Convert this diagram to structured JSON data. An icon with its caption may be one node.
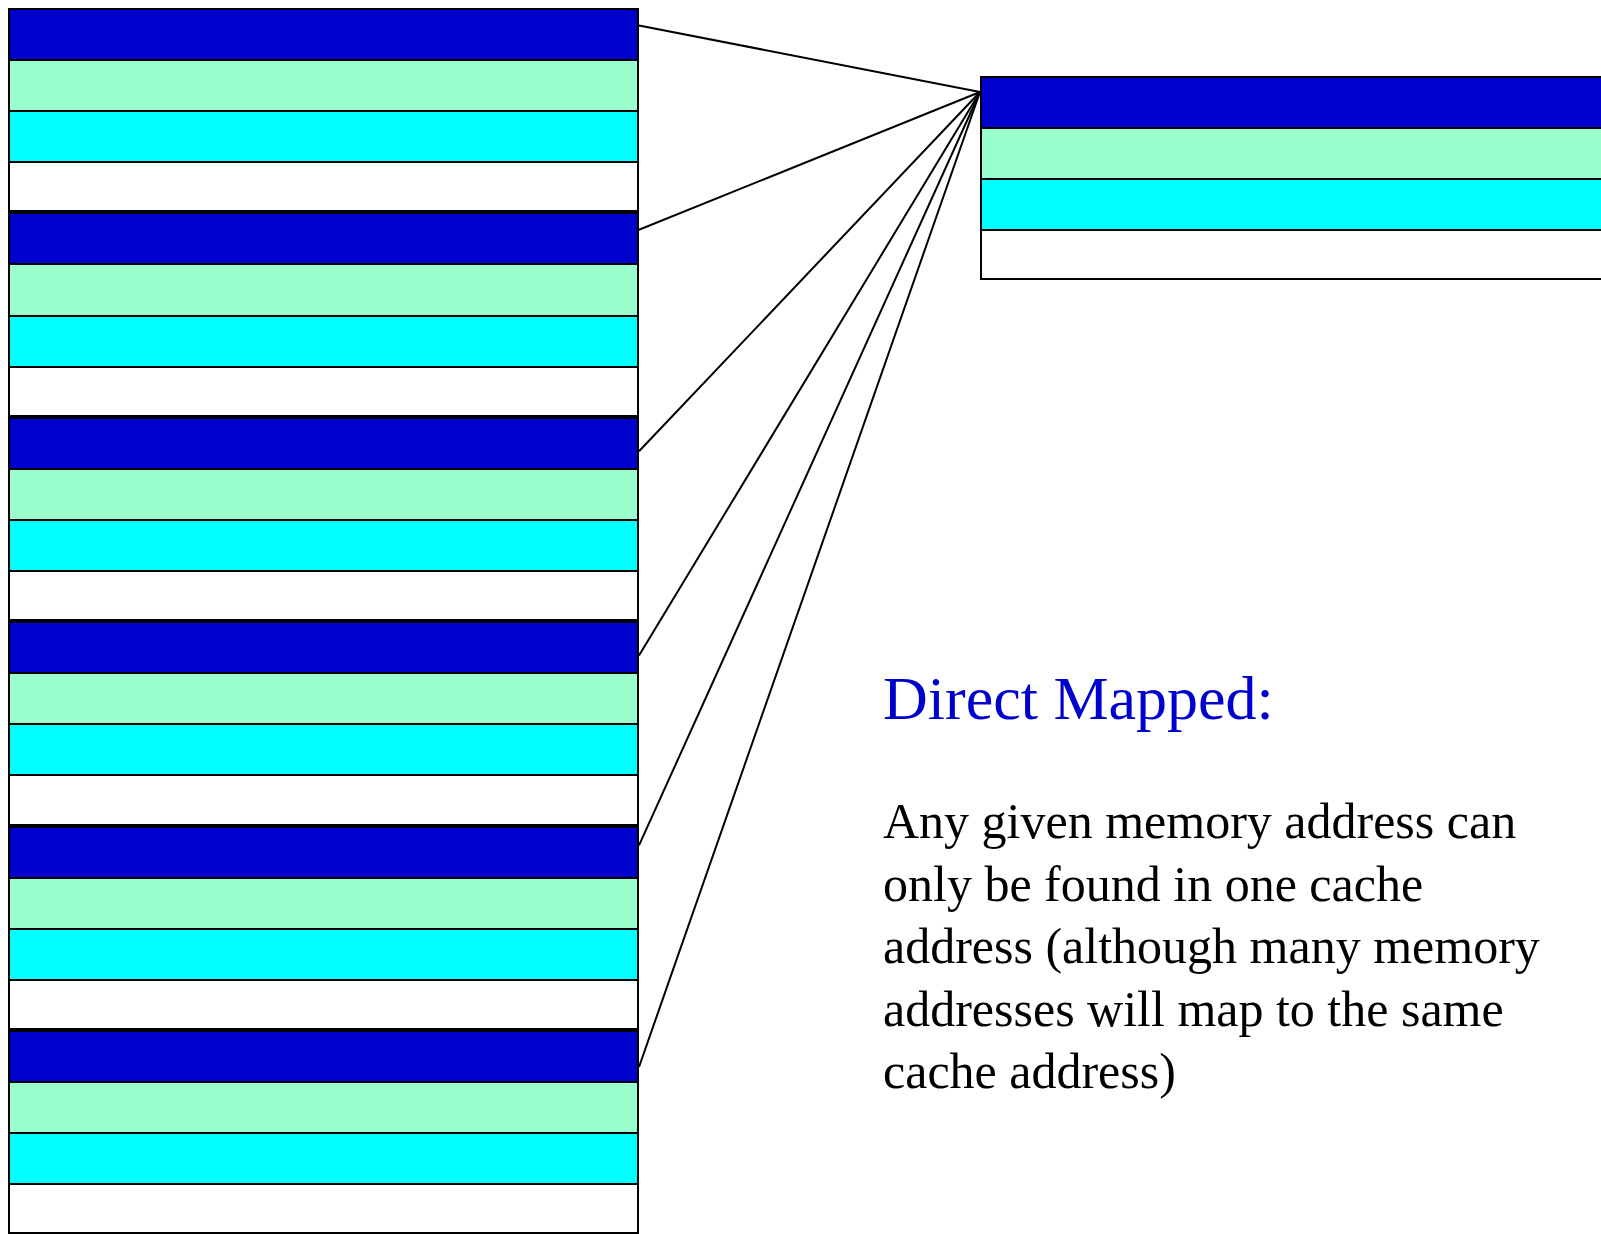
{
  "diagram": {
    "nodes": [
      {
        "text": [],
        "shape": "box"
      },
      {
        "text": [],
        "shape": "box"
      },
      {
        "text": [],
        "shape": "box"
      },
      {
        "text": [],
        "shape": "box"
      },
      {
        "text": [],
        "shape": "box"
      },
      {
        "text": [],
        "shape": "box"
      },
      {
        "text": [],
        "shape": "box"
      }
    ],
    "edges": [
      {
        "from": 0,
        "to": 6,
        "arrow": "none"
      },
      {
        "from": 1,
        "to": 6,
        "arrow": "none"
      },
      {
        "from": 2,
        "to": 6,
        "arrow": "none"
      },
      {
        "from": 3,
        "to": 6,
        "arrow": "none"
      },
      {
        "from": 4,
        "to": 6,
        "arrow": "none"
      },
      {
        "from": 5,
        "to": 6,
        "arrow": "none"
      }
    ],
    "labels": [
      "Direct Mapped:",
      "Any given memory address can only be found in one cache address (although many memory addresses will map to the same cache address)"
    ]
  }
}
